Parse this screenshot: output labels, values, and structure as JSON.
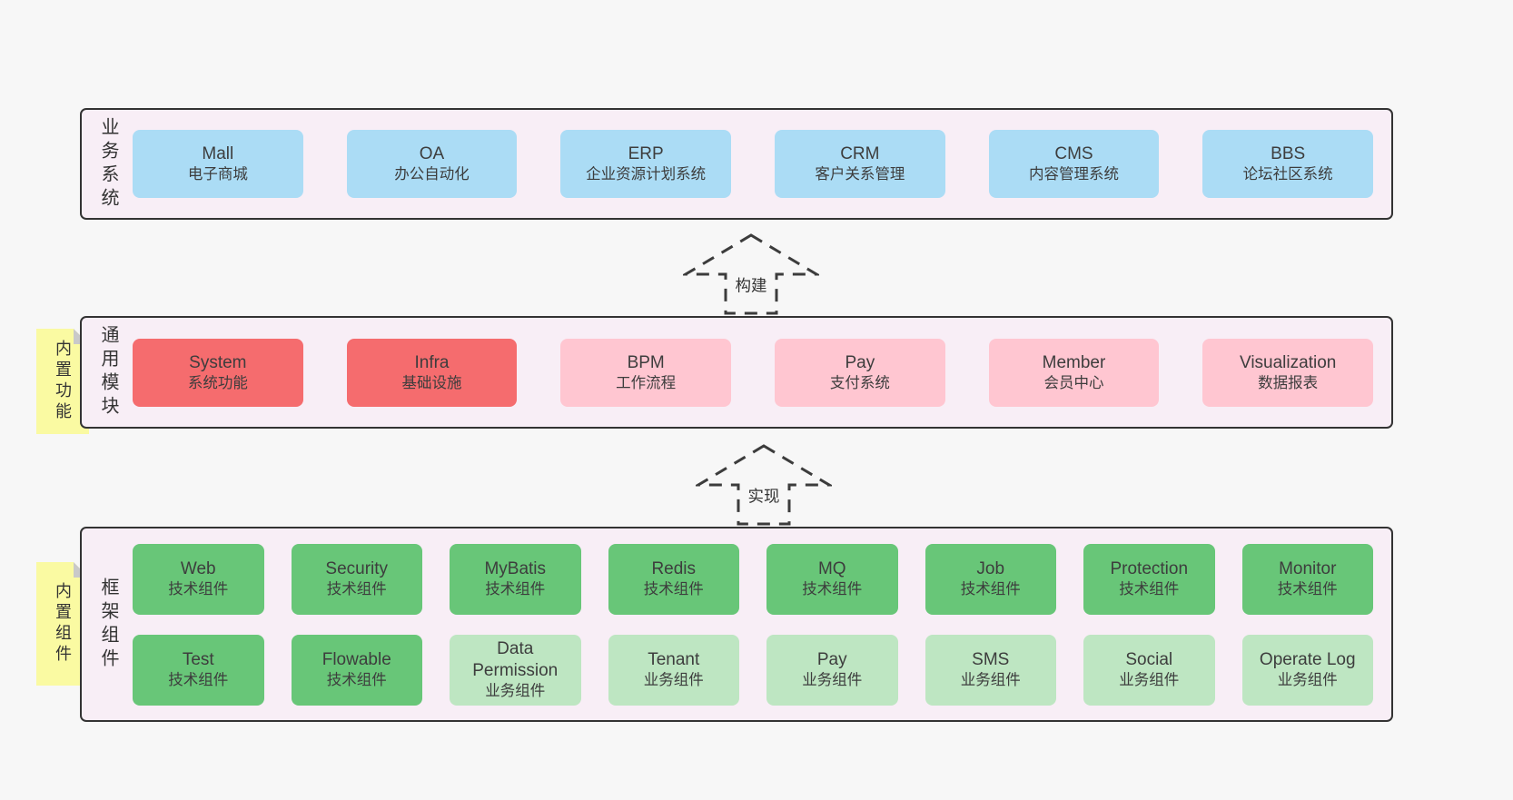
{
  "colors": {
    "page_bg": "#f7f7f7",
    "band_bg": "#f8eef6",
    "band_border": "#333333",
    "business_box": "#abdcf5",
    "core_module_box": "#f56c6e",
    "module_box": "#ffc6d1",
    "tech_component_box": "#68c678",
    "biz_component_box": "#bee6c2",
    "sticky_bg": "#fafaa2"
  },
  "bands": [
    {
      "label": "业务系统",
      "boxes": [
        {
          "name": "Mall",
          "desc": "电子商城"
        },
        {
          "name": "OA",
          "desc": "办公自动化"
        },
        {
          "name": "ERP",
          "desc": "企业资源计划系统"
        },
        {
          "name": "CRM",
          "desc": "客户关系管理"
        },
        {
          "name": "CMS",
          "desc": "内容管理系统"
        },
        {
          "name": "BBS",
          "desc": "论坛社区系统"
        }
      ]
    },
    {
      "label": "通用模块",
      "sticky": "内置功能",
      "boxes": [
        {
          "name": "System",
          "desc": "系统功能"
        },
        {
          "name": "Infra",
          "desc": "基础设施"
        },
        {
          "name": "BPM",
          "desc": "工作流程"
        },
        {
          "name": "Pay",
          "desc": "支付系统"
        },
        {
          "name": "Member",
          "desc": "会员中心"
        },
        {
          "name": "Visualization",
          "desc": "数据报表"
        }
      ]
    },
    {
      "label": "框架组件",
      "sticky": "内置组件",
      "rows": [
        [
          {
            "name": "Web",
            "desc": "技术组件"
          },
          {
            "name": "Security",
            "desc": "技术组件"
          },
          {
            "name": "MyBatis",
            "desc": "技术组件"
          },
          {
            "name": "Redis",
            "desc": "技术组件"
          },
          {
            "name": "MQ",
            "desc": "技术组件"
          },
          {
            "name": "Job",
            "desc": "技术组件"
          },
          {
            "name": "Protection",
            "desc": "技术组件"
          },
          {
            "name": "Monitor",
            "desc": "技术组件"
          }
        ],
        [
          {
            "name": "Test",
            "desc": "技术组件"
          },
          {
            "name": "Flowable",
            "desc": "技术组件"
          },
          {
            "name": "Data Permission",
            "desc": "业务组件"
          },
          {
            "name": "Tenant",
            "desc": "业务组件"
          },
          {
            "name": "Pay",
            "desc": "业务组件"
          },
          {
            "name": "SMS",
            "desc": "业务组件"
          },
          {
            "name": "Social",
            "desc": "业务组件"
          },
          {
            "name": "Operate Log",
            "desc": "业务组件"
          }
        ]
      ]
    }
  ],
  "arrows": [
    {
      "label": "构建"
    },
    {
      "label": "实现"
    }
  ]
}
